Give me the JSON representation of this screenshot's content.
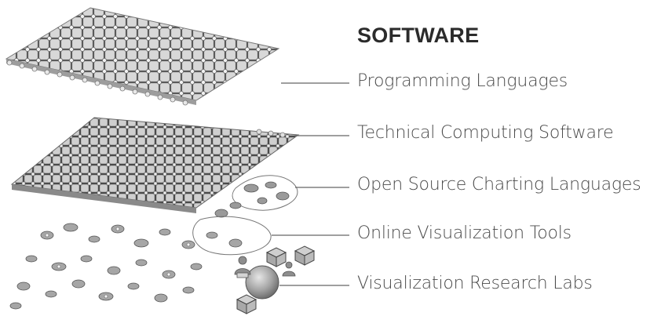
{
  "title": "SOFTWARE",
  "layers": [
    {
      "label": "Programming Languages"
    },
    {
      "label": "Technical Computing Software"
    },
    {
      "label": "Open Source Charting Languages"
    },
    {
      "label": "Online Visualization Tools"
    },
    {
      "label": "Visualization Research Labs"
    }
  ],
  "colors": {
    "text_title": "#2b2b2b",
    "text_label": "#4a4a4a",
    "leader_line": "#666666",
    "grid_dark": "#555555",
    "grid_light": "#bdbdbd",
    "sphere": "#9a9a9a"
  },
  "icons": [
    "lattice-layer",
    "blob-cluster-layer",
    "sphere-icon",
    "cube-icon",
    "person-icon"
  ]
}
